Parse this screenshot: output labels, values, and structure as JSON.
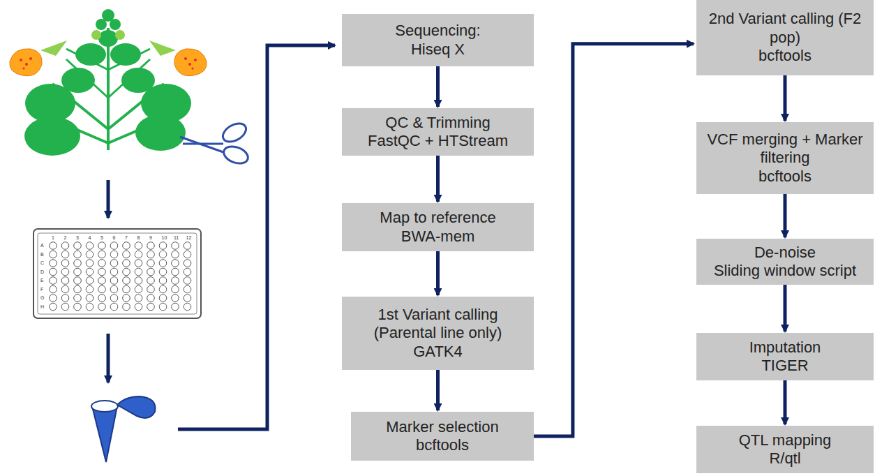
{
  "diagram": {
    "nodes": [
      {
        "text": [
          "Sequencing:",
          "Hiseq X"
        ]
      },
      {
        "text": [
          "QC & Trimming",
          "FastQC + HTStream"
        ]
      },
      {
        "text": [
          "Map to reference",
          "BWA-mem"
        ]
      },
      {
        "text": [
          "1st Variant calling (Parental line only)",
          "GATK4"
        ]
      },
      {
        "text": [
          "Marker selection",
          "bcftools"
        ]
      },
      {
        "text": [
          "2nd Variant calling (F2 pop)",
          "bcftools"
        ]
      },
      {
        "text": [
          "VCF merging + Marker filtering",
          "bcftools"
        ]
      },
      {
        "text": [
          "De-noise",
          "Sliding window script"
        ]
      },
      {
        "text": [
          "Imputation",
          "TIGER"
        ]
      },
      {
        "text": [
          "QTL mapping",
          "R/qtl"
        ]
      }
    ],
    "edges": [
      {
        "from": 0,
        "to": 1,
        "arrow": "to"
      },
      {
        "from": 1,
        "to": 2,
        "arrow": "to"
      },
      {
        "from": 2,
        "to": 3,
        "arrow": "to"
      },
      {
        "from": 3,
        "to": 4,
        "arrow": "to"
      },
      {
        "from": 4,
        "to": 5,
        "arrow": "to"
      },
      {
        "from": 5,
        "to": 6,
        "arrow": "to"
      },
      {
        "from": 6,
        "to": 7,
        "arrow": "to"
      },
      {
        "from": 7,
        "to": 8,
        "arrow": "to"
      },
      {
        "from": 8,
        "to": 9,
        "arrow": "to"
      }
    ],
    "labels": [
      "1",
      "2",
      "3",
      "4",
      "5",
      "6",
      "7",
      "8",
      "9",
      "10",
      "11",
      "12",
      "A",
      "B",
      "C",
      "D",
      "E",
      "F",
      "G",
      "H"
    ]
  }
}
